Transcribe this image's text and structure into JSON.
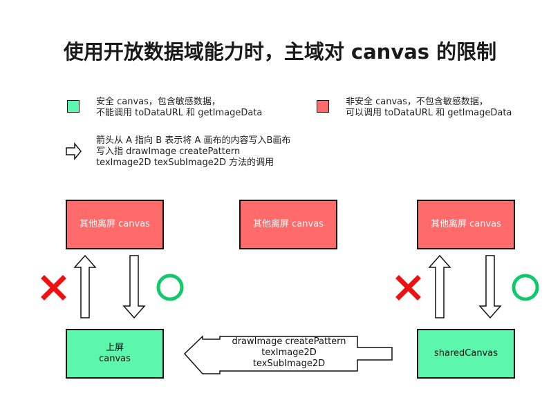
{
  "title": "使用开放数据域能力时，主域对 canvas 的限制",
  "colors": {
    "safe": "#5cf7ad",
    "unsafe": "#ff6a6a",
    "cross": "#ee1111",
    "circle": "#11c96b"
  },
  "legend": {
    "safe": {
      "line1": "安全 canvas，包含敏感数据，",
      "line2": "不能调用 toDataURL 和 getImageData"
    },
    "unsafe": {
      "line1": "非安全 canvas，不包含敏感数据，",
      "line2": "可以调用 toDataURL 和 getImageData"
    },
    "arrow": {
      "line1": "箭头从 A 指向 B 表示将 A 画布的内容写入B画布",
      "line2": "写入指 drawImage createPattern",
      "line3": "texImage2D texSubImage2D 方法的调用"
    }
  },
  "boxes": {
    "other_left": "其他离屏 canvas",
    "other_center": "其他离屏 canvas",
    "other_right": "其他离屏 canvas",
    "screen_line1": "上屏",
    "screen_line2": "canvas",
    "shared": "sharedCanvas"
  },
  "center_arrow": {
    "line1": "drawImage createPattern",
    "line2": "texImage2D",
    "line3": "texSubImage2D"
  },
  "icons": {
    "cross": "cross-icon",
    "circle": "circle-check-icon",
    "arrow": "hollow-arrow-icon"
  }
}
